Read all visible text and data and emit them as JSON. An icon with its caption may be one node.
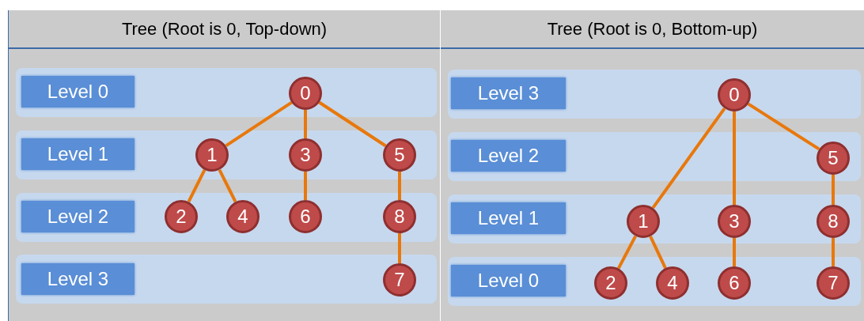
{
  "diagram": {
    "nodes": [
      {
        "text": [
          "Tree (Root is 0, Top-down)"
        ]
      },
      {
        "text": [
          "Level 0"
        ],
        "in": 0
      },
      {
        "text": [
          "Level 1"
        ],
        "in": 0
      },
      {
        "text": [
          "Level 2"
        ],
        "in": 0
      },
      {
        "text": [
          "Level 3"
        ],
        "in": 0
      },
      {
        "text": [
          "0"
        ],
        "in": 0
      },
      {
        "text": [
          "1"
        ],
        "in": 0
      },
      {
        "text": [
          "3"
        ],
        "in": 0
      },
      {
        "text": [
          "5"
        ],
        "in": 0
      },
      {
        "text": [
          "2"
        ],
        "in": 0
      },
      {
        "text": [
          "4"
        ],
        "in": 0
      },
      {
        "text": [
          "6"
        ],
        "in": 0
      },
      {
        "text": [
          "8"
        ],
        "in": 0
      },
      {
        "text": [
          "7"
        ],
        "in": 0
      },
      {
        "text": [
          "Tree (Root is 0, Bottom-up)"
        ]
      },
      {
        "text": [
          "Level 3"
        ],
        "in": 14
      },
      {
        "text": [
          "Level 2"
        ],
        "in": 14
      },
      {
        "text": [
          "Level 1"
        ],
        "in": 14
      },
      {
        "text": [
          "Level 0"
        ],
        "in": 14
      },
      {
        "text": [
          "0"
        ],
        "in": 14
      },
      {
        "text": [
          "5"
        ],
        "in": 14
      },
      {
        "text": [
          "1"
        ],
        "in": 14
      },
      {
        "text": [
          "3"
        ],
        "in": 14
      },
      {
        "text": [
          "8"
        ],
        "in": 14
      },
      {
        "text": [
          "2"
        ],
        "in": 14
      },
      {
        "text": [
          "4"
        ],
        "in": 14
      },
      {
        "text": [
          "6"
        ],
        "in": 14
      },
      {
        "text": [
          "7"
        ],
        "in": 14
      }
    ],
    "edges": [
      {
        "from": 5,
        "to": 6,
        "arrow": "none"
      },
      {
        "from": 5,
        "to": 7,
        "arrow": "none"
      },
      {
        "from": 5,
        "to": 8,
        "arrow": "none"
      },
      {
        "from": 6,
        "to": 9,
        "arrow": "none"
      },
      {
        "from": 6,
        "to": 10,
        "arrow": "none"
      },
      {
        "from": 7,
        "to": 11,
        "arrow": "none"
      },
      {
        "from": 8,
        "to": 12,
        "arrow": "none"
      },
      {
        "from": 12,
        "to": 13,
        "arrow": "none"
      },
      {
        "from": 19,
        "to": 21,
        "arrow": "none"
      },
      {
        "from": 19,
        "to": 22,
        "arrow": "none"
      },
      {
        "from": 19,
        "to": 20,
        "arrow": "none"
      },
      {
        "from": 21,
        "to": 24,
        "arrow": "none"
      },
      {
        "from": 21,
        "to": 25,
        "arrow": "none"
      },
      {
        "from": 22,
        "to": 26,
        "arrow": "none"
      },
      {
        "from": 20,
        "to": 23,
        "arrow": "none"
      },
      {
        "from": 23,
        "to": 27,
        "arrow": "none"
      }
    ]
  }
}
